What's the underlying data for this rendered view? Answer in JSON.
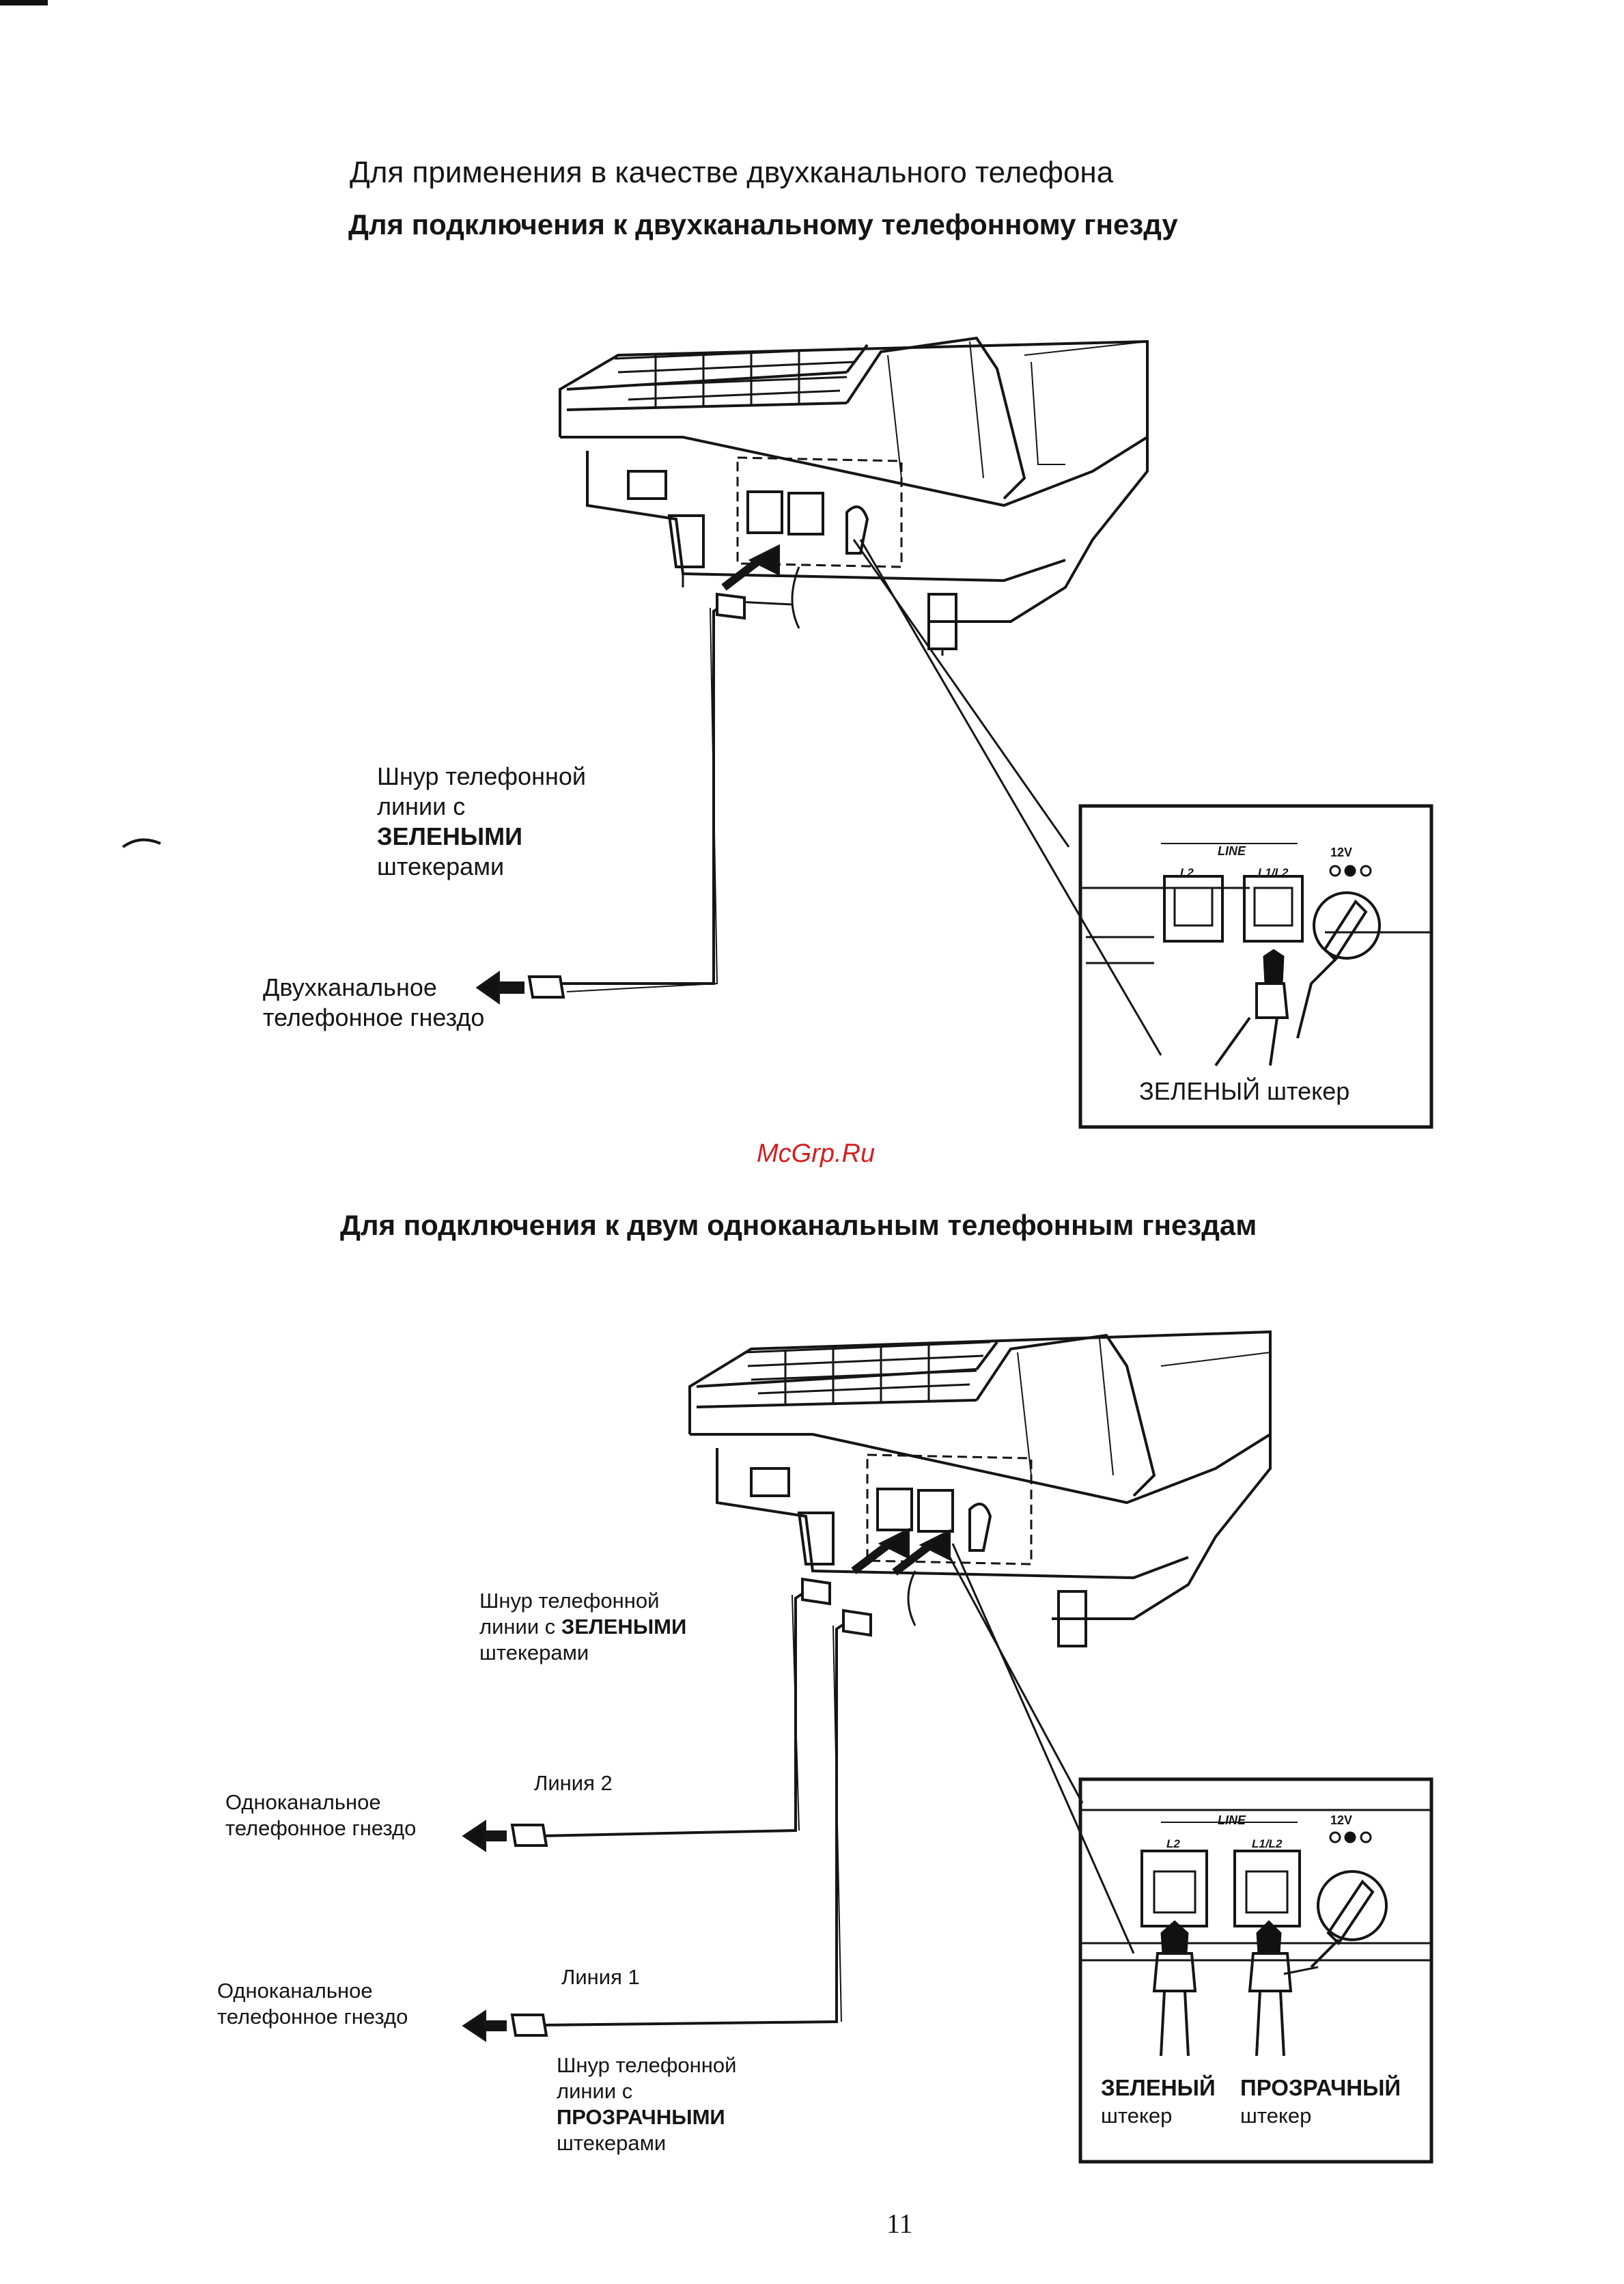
{
  "page": {
    "intro_heading": "Для применения в качестве двухканального телефона",
    "watermark": "McGrp.Ru",
    "page_number": "11"
  },
  "section1": {
    "heading": "Для подключения к двухканальному телефонному гнезду",
    "cord_label": [
      "Шнур телефонной",
      "линии с",
      "ЗЕЛЕНЫМИ",
      "штекерами"
    ],
    "jack_label": [
      "Двухканальное",
      "телефонное гнездо"
    ],
    "inset": {
      "line_group": "LINE",
      "port_left": "L2",
      "port_right": "L1/L2",
      "power": "12V",
      "caption": "ЗЕЛЕНЫЙ штекер"
    }
  },
  "section2": {
    "heading": "Для подключения к двум одноканальным телефонным гнездам",
    "cord_green_label": [
      "Шнур телефонной",
      "линии с",
      "ЗЕЛЕНЫМИ",
      "штекерами"
    ],
    "line2_label": "Линия 2",
    "line1_label": "Линия 1",
    "jack_top_label": [
      "Одноканальное",
      "телефонное гнездо"
    ],
    "jack_bottom_label": [
      "Одноканальное",
      "телефонное гнездо"
    ],
    "cord_clear_label": [
      "Шнур телефонной",
      "линии с",
      "ПРОЗРАЧНЫМИ",
      "штекерами"
    ],
    "inset": {
      "line_group": "LINE",
      "port_left": "L2",
      "port_right": "L1/L2",
      "power": "12V",
      "caption_green_bold": "ЗЕЛЕНЫЙ",
      "caption_green_sub": "штекер",
      "caption_clear_bold": "ПРОЗРАЧНЫЙ",
      "caption_clear_sub": "штекер"
    }
  }
}
